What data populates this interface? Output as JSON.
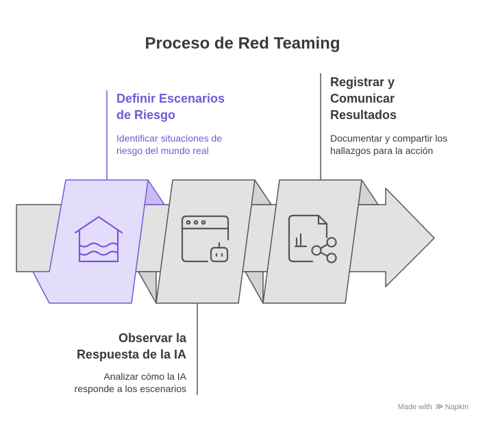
{
  "title": "Proceso de Red Teaming",
  "steps": [
    {
      "title": "Definir Escenarios\nde Riesgo",
      "description": "Identificar situaciones de\nriesgo del mundo real",
      "icon": "house-flood-icon",
      "highlighted": true
    },
    {
      "title": "Observar la\nRespuesta de la IA",
      "description": "Analizar cómo la IA\nresponde a los escenarios",
      "icon": "browser-robot-icon",
      "highlighted": false
    },
    {
      "title": "Registrar y\nComunicar\nResultados",
      "description": "Documentar y compartir los\nhallazgos para la acción",
      "icon": "document-share-icon",
      "highlighted": false
    }
  ],
  "footer": {
    "made_with": "Made with",
    "brand": "Napkin"
  },
  "colors": {
    "accent": "#7458d6",
    "accent_fill": "#e4dcfb",
    "panel_fill": "#e2e2e2",
    "stroke": "#555555"
  }
}
